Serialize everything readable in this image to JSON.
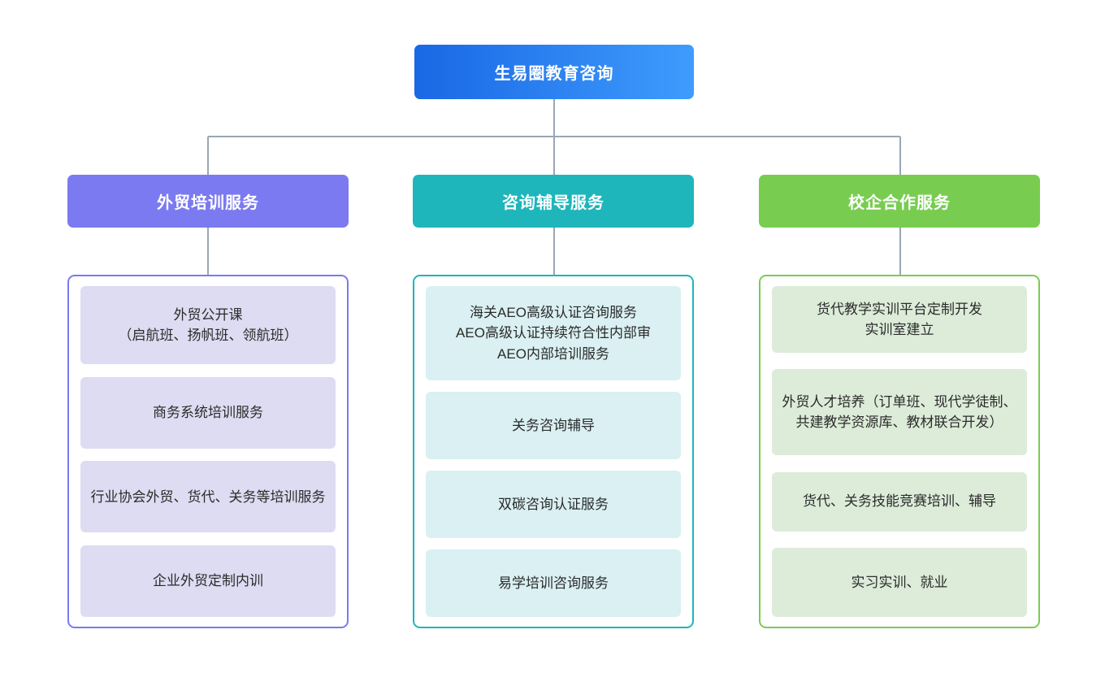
{
  "diagram": {
    "type": "organizational-tree",
    "orientation": "top-down",
    "root": {
      "label": "生易圈教育咨询",
      "color_start": "#1a68e5",
      "color_end": "#3e9cfc"
    },
    "connector_color": "#9aa7b4",
    "branches": [
      {
        "id": "branch-foreign-trade-training",
        "header": "外贸培训服务",
        "accent": "#7b7af0",
        "card_bg": "#dedcf2",
        "items": [
          "外贸公开课\n（启航班、扬帆班、领航班）",
          "商务系统培训服务",
          "行业协会外贸、货代、关务等培训服务",
          "企业外贸定制内训"
        ]
      },
      {
        "id": "branch-consulting-guidance",
        "header": "咨询辅导服务",
        "accent": "#1eb5bb",
        "card_bg": "#daf0f2",
        "items": [
          "海关AEO高级认证咨询服务\nAEO高级认证持续符合性内部审\nAEO内部培训服务",
          "关务咨询辅导",
          "双碳咨询认证服务",
          "易学培训咨询服务"
        ]
      },
      {
        "id": "branch-school-enterprise",
        "header": "校企合作服务",
        "accent": "#78cd50",
        "card_bg": "#dcecd9",
        "items": [
          "货代教学实训平台定制开发\n实训室建立",
          "外贸人才培养（订单班、现代学徒制、共建教学资源库、教材联合开发）",
          "货代、关务技能竞赛培训、辅导",
          "实习实训、就业"
        ]
      }
    ]
  }
}
